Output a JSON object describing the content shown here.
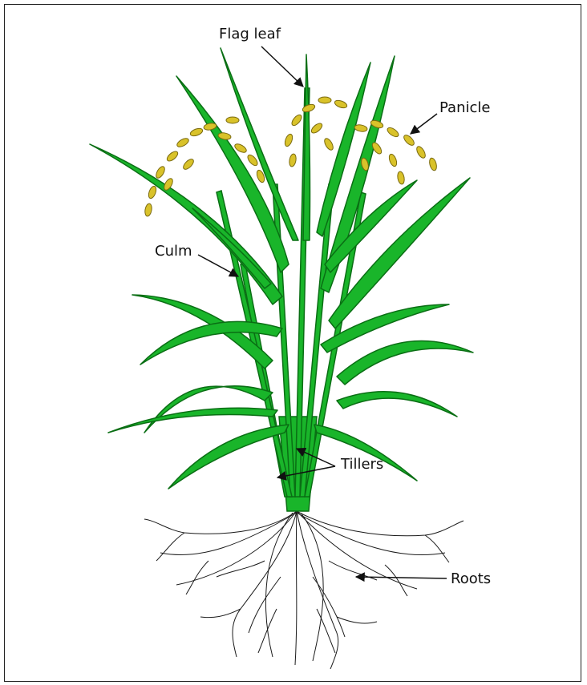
{
  "labels": {
    "flag_leaf": "Flag leaf",
    "panicle": "Panicle",
    "culm": "Culm",
    "tillers": "Tillers",
    "roots": "Roots"
  },
  "colors": {
    "leaf": "#19b52a",
    "leaf_dark": "#0a6e14",
    "panicle": "#d9c22a",
    "panicle_dark": "#7a6a10",
    "root": "#1a1a1a",
    "arrow": "#111111",
    "frame": "#222222"
  }
}
